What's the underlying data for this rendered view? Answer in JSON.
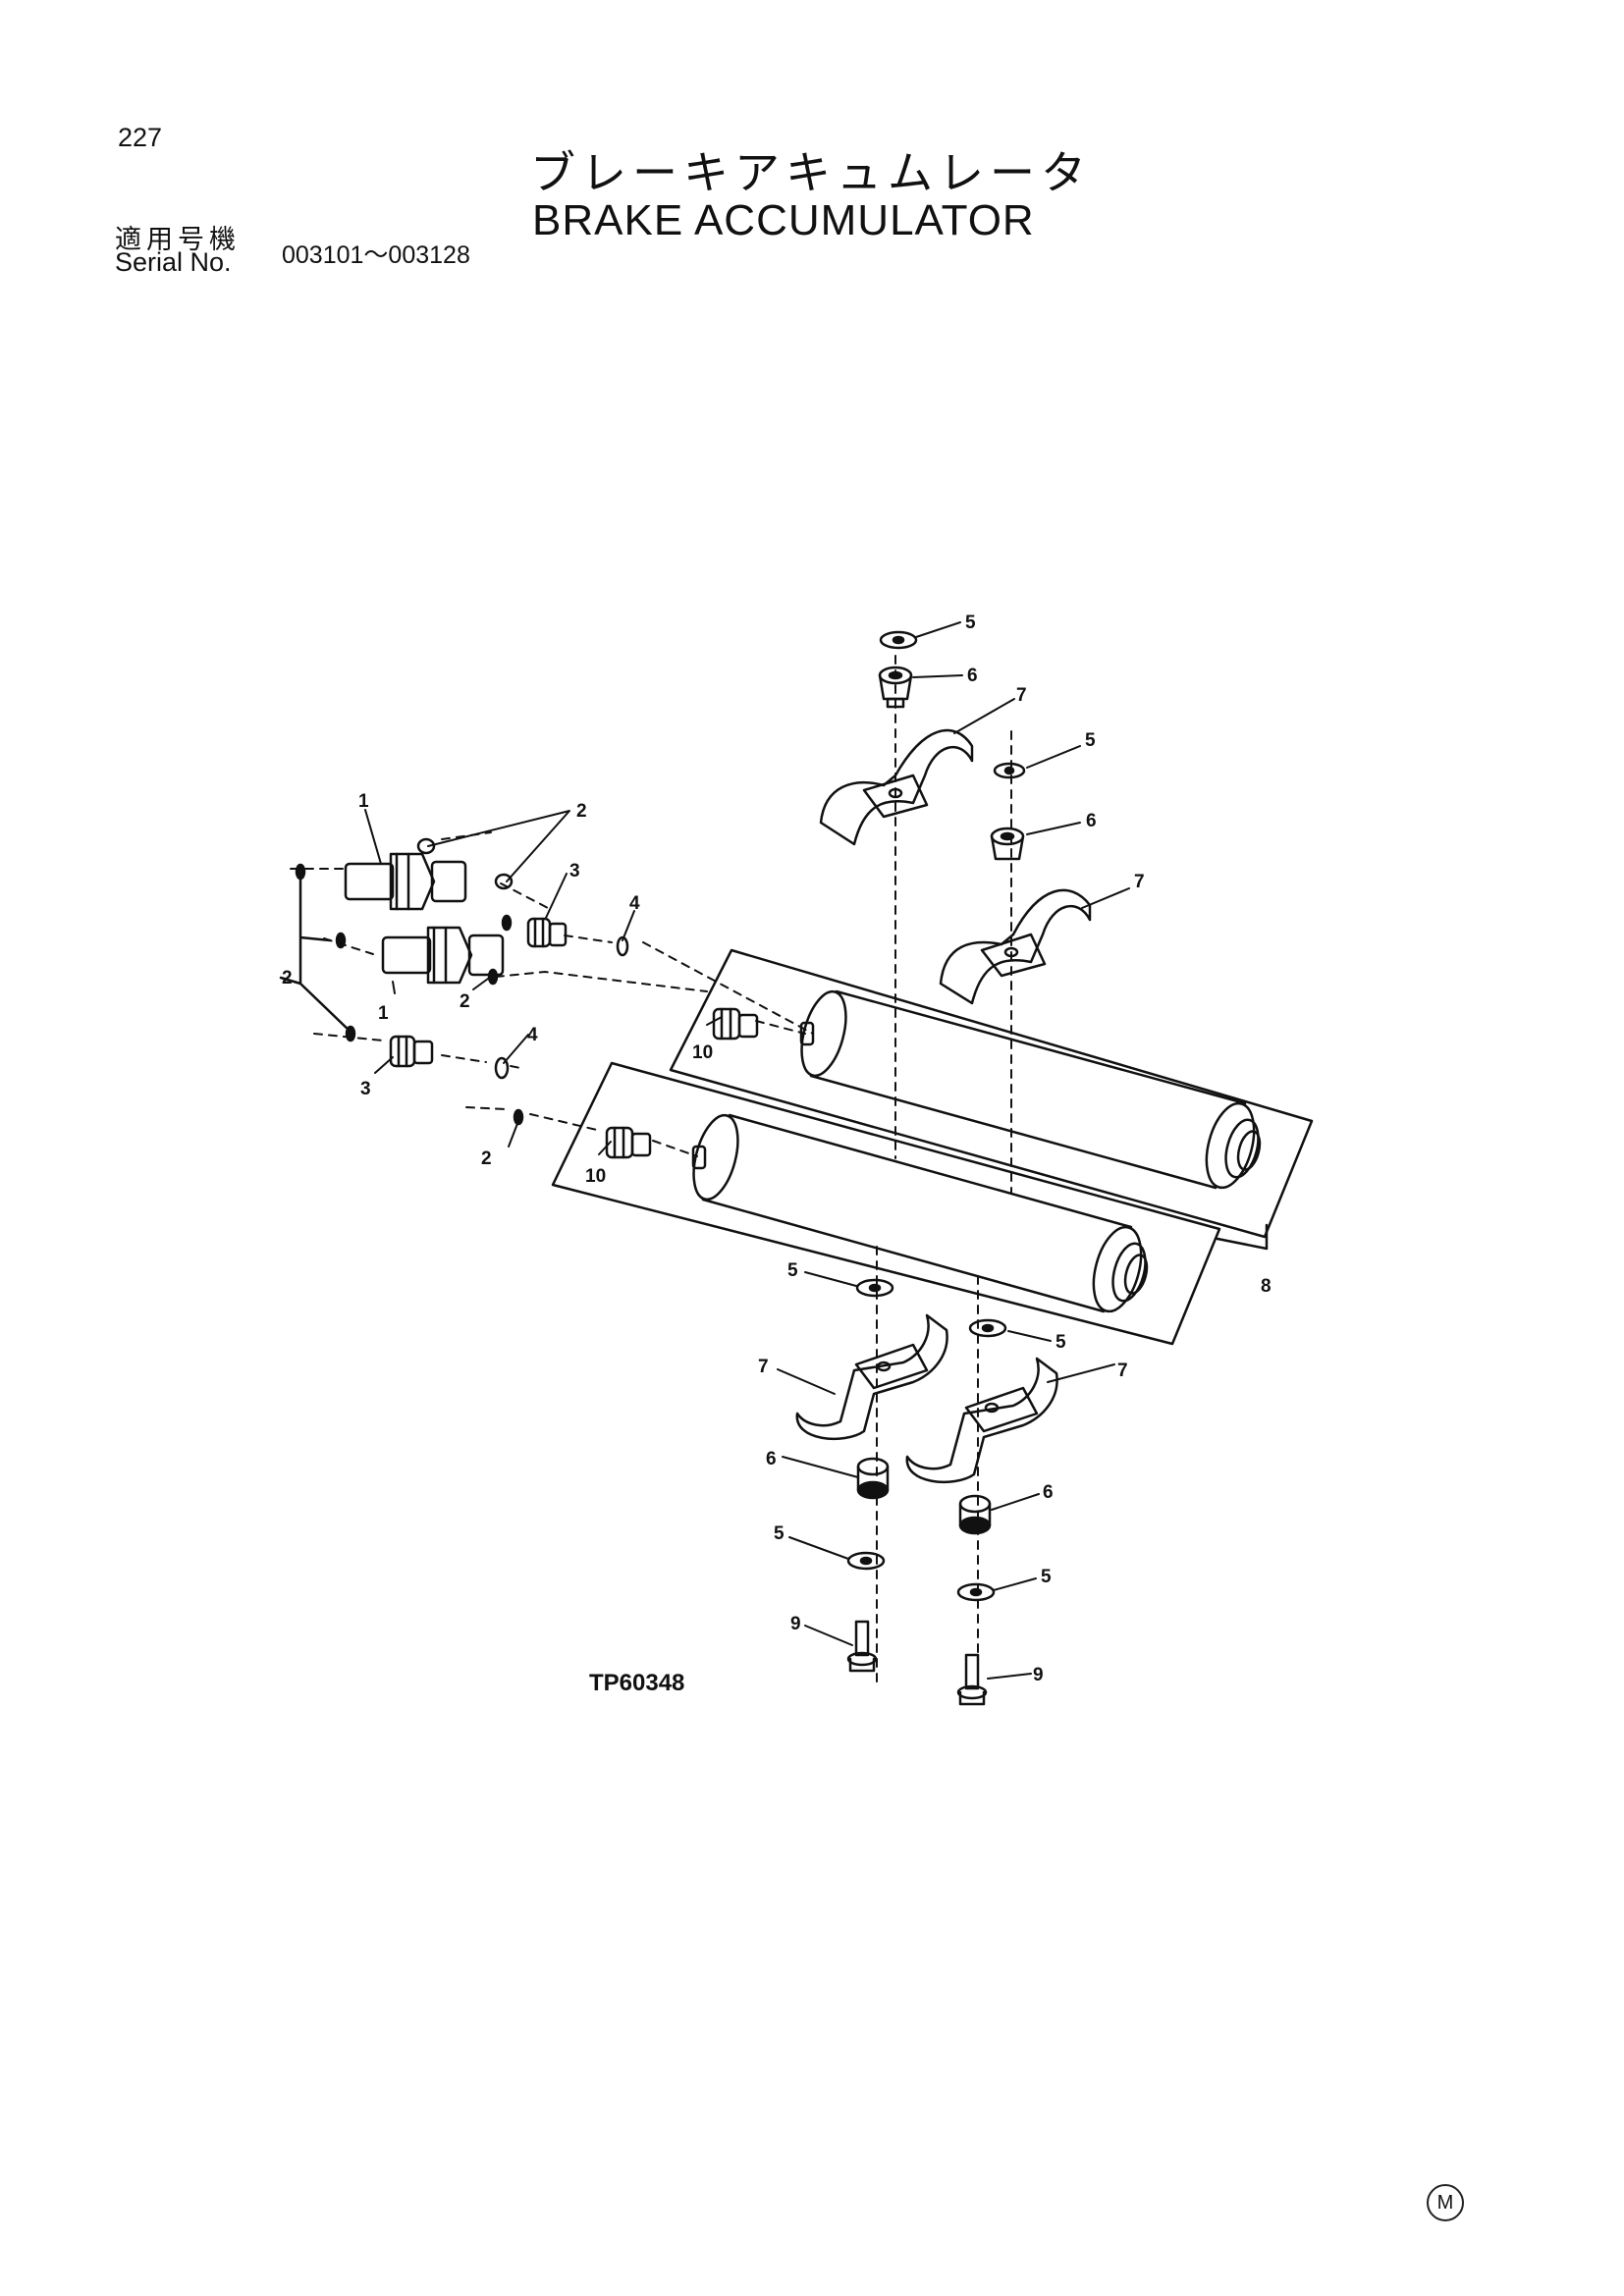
{
  "page_number": "227",
  "title_jp": "ブレーキアキュムレータ",
  "title_en": "BRAKE ACCUMULATOR",
  "serial": {
    "label_jp": "適用号機",
    "label_en": "Serial No.",
    "range": "003101～003128"
  },
  "diagram": {
    "code": "TP60348",
    "callouts": {
      "c1a": "1",
      "c1b": "1",
      "c2a": "2",
      "c2b": "2",
      "c2c": "2",
      "c2d": "2",
      "c3a": "3",
      "c3b": "3",
      "c4a": "4",
      "c4b": "4",
      "c5a": "5",
      "c5b": "5",
      "c5c": "5",
      "c5d": "5",
      "c5e": "5",
      "c5f": "5",
      "c6a": "6",
      "c6b": "6",
      "c6c": "6",
      "c6d": "6",
      "c7a": "7",
      "c7b": "7",
      "c7c": "7",
      "c7d": "7",
      "c8": "8",
      "c9a": "9",
      "c9b": "9",
      "c10a": "10",
      "c10b": "10"
    }
  },
  "corner_mark": "M"
}
